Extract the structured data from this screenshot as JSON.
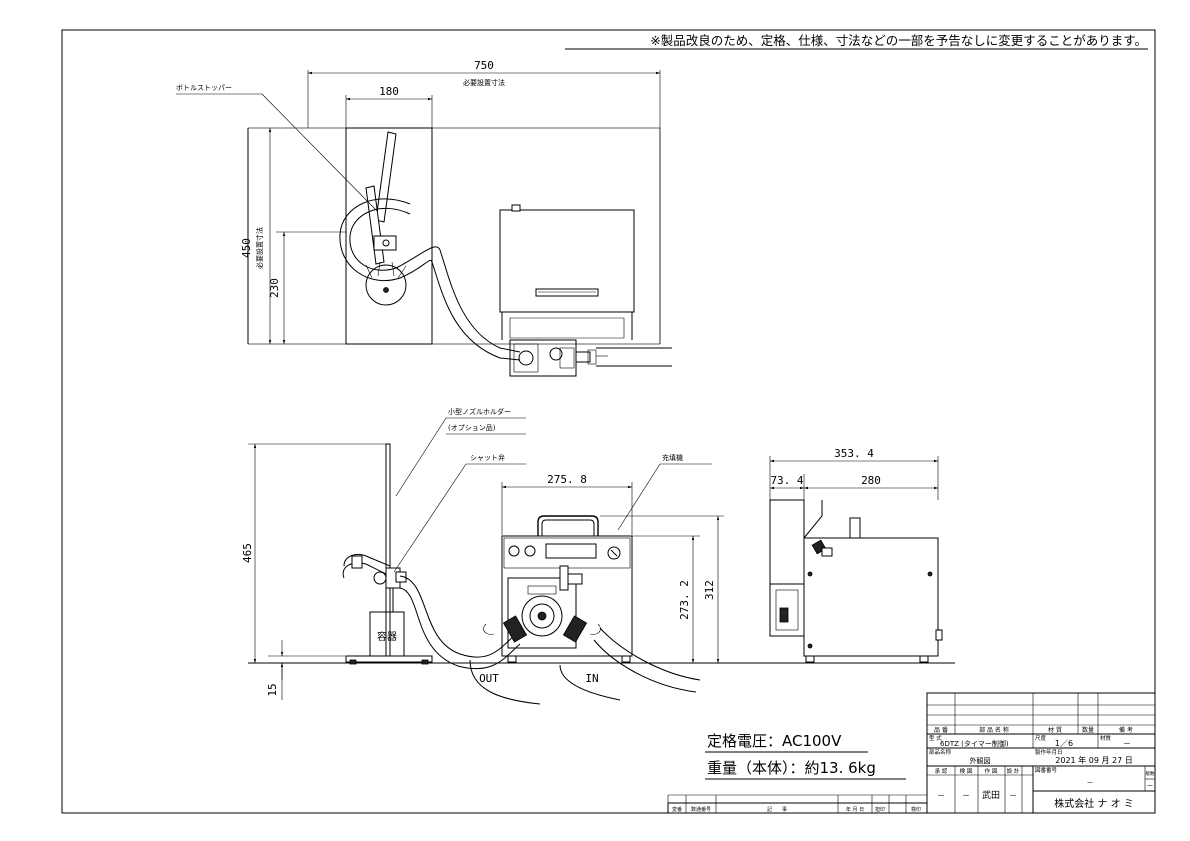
{
  "notice": "※製品改良のため、定格、仕様、寸法などの一部を予告なしに変更することがあります。",
  "top_view": {
    "dim_total_width": "750",
    "dim_total_width_label": "必要設置寸法",
    "dim_stand_width": "180",
    "dim_depth": "450",
    "dim_depth_label": "必要設置寸法",
    "dim_230": "230",
    "callout_bottle_stopper": "ボトルストッパー"
  },
  "front_view": {
    "callout_nozzle_holder": "小型ノズルホルダー",
    "callout_option": "(オプション品)",
    "callout_shut_valve": "シャット弁",
    "callout_filler": "充填機",
    "dim_465": "465",
    "dim_15": "15",
    "dim_width": "275. 8",
    "dim_273": "273. 2",
    "dim_312": "312",
    "container_label": "容器",
    "port_out": "OUT",
    "port_in": "IN"
  },
  "side_view": {
    "dim_total": "353. 4",
    "dim_left": "73. 4",
    "dim_right": "280"
  },
  "specs": {
    "voltage": "定格電圧：AC100V",
    "weight": "重量（本体）：約13. 6kg"
  },
  "title_block": {
    "h_part_no": "品 番",
    "h_part_name": "部 品 名 称",
    "h_material": "材 質",
    "h_qty": "数量",
    "h_remarks": "備 考",
    "model_label": "型 式",
    "model_value": "6DTZ (タイマー制御)",
    "scale_label": "尺度",
    "scale_value": "1／6",
    "material_label": "材質",
    "material_value": "－",
    "part_name_label": "部品名称",
    "part_name_value": "外観図",
    "date_label": "製作年月日",
    "date_value": "2021 年 09 月 27 日",
    "approve_label": "承 認",
    "check_label": "検 図",
    "drawn_label": "作 図",
    "design_label": "設 計",
    "drawing_no_label": "図番番号",
    "drawing_no_value": "－",
    "rev_label": "版数",
    "rev_value": "－",
    "approve_value": "－",
    "check_value": "－",
    "drawn_value": "武田",
    "design_value": "－",
    "company": "株式会社 ナ オ ミ"
  },
  "revision_block": {
    "h_change": "変番",
    "h_change_no": "数通番号",
    "h_record": "記　　事",
    "h_date": "年 月 日",
    "h_charge": "担印",
    "h_inspect": "検印"
  }
}
